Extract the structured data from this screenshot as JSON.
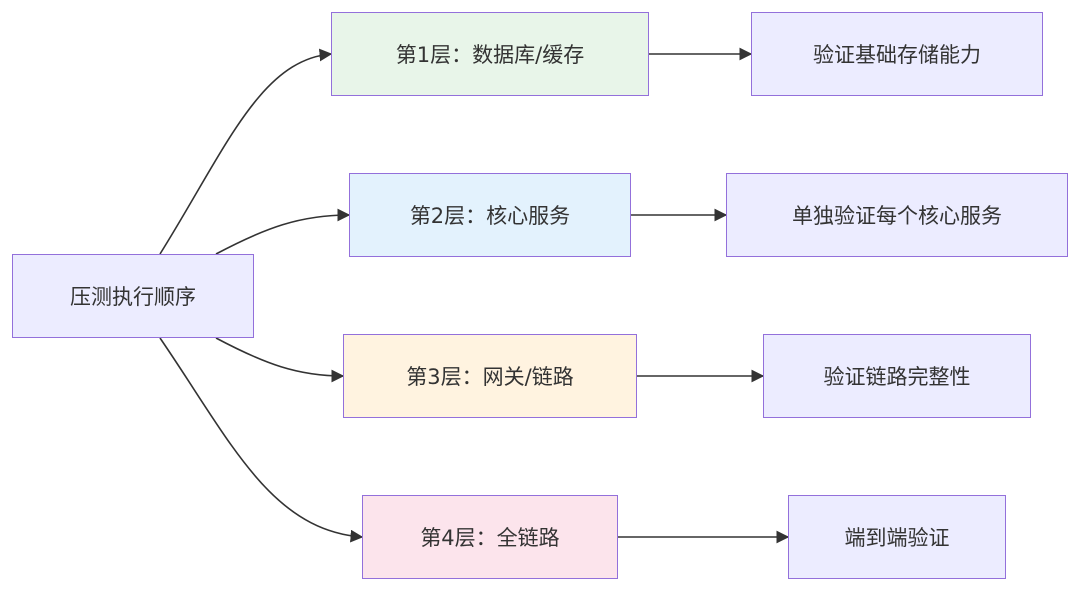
{
  "diagram": {
    "root": {
      "label": "压测执行顺序"
    },
    "layers": [
      {
        "label": "第1层：数据库/缓存",
        "result": "验证基础存储能力"
      },
      {
        "label": "第2层：核心服务",
        "result": "单独验证每个核心服务"
      },
      {
        "label": "第3层：网关/链路",
        "result": "验证链路完整性"
      },
      {
        "label": "第4层：全链路",
        "result": "端到端验证"
      }
    ],
    "colors": {
      "root": "#ececff",
      "layer1": "#e8f5e9",
      "layer2": "#e3f2fd",
      "layer3": "#fff3e0",
      "layer4": "#fce4ec",
      "result": "#ececff",
      "border": "#9370db",
      "edge": "#333333",
      "text": "#333333"
    }
  }
}
